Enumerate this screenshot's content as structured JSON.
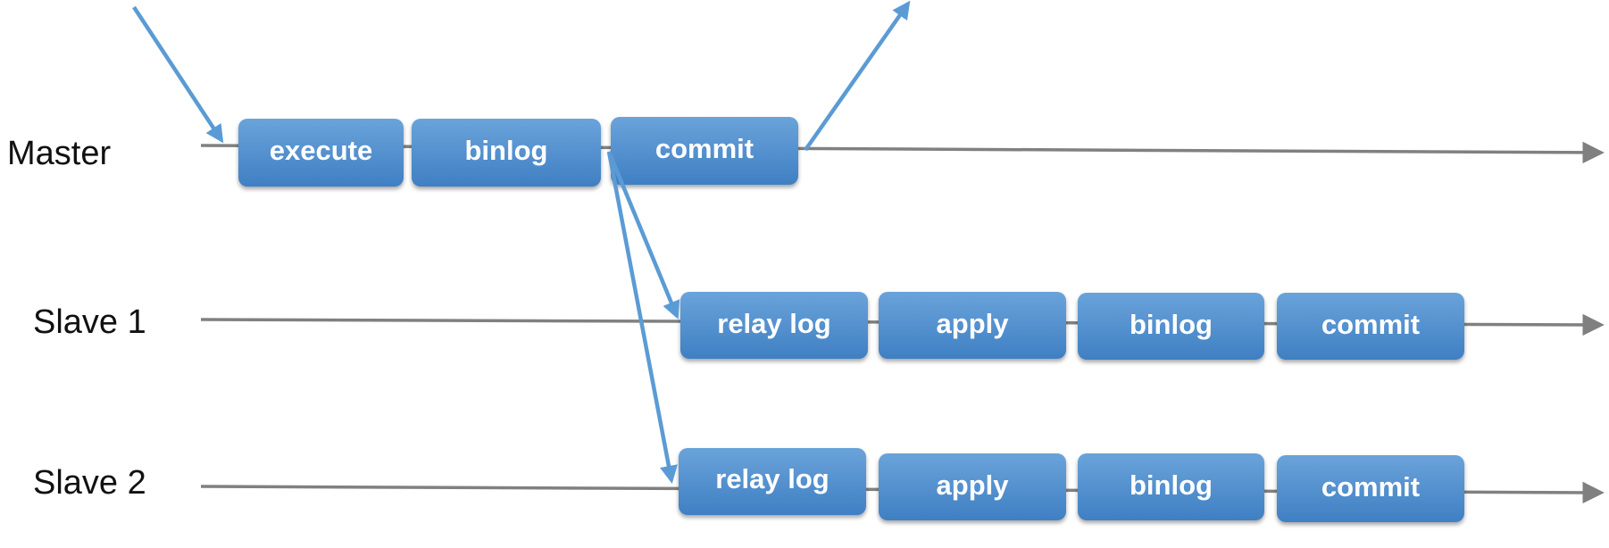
{
  "lanes": [
    {
      "label": "Master",
      "steps": [
        "execute",
        "binlog",
        "commit"
      ]
    },
    {
      "label": "Slave 1",
      "steps": [
        "relay log",
        "apply",
        "binlog",
        "commit"
      ]
    },
    {
      "label": "Slave 2",
      "steps": [
        "relay log",
        "apply",
        "binlog",
        "commit"
      ]
    }
  ],
  "colors": {
    "box_top": "#6AA3DA",
    "box_bottom": "#3F7FC3",
    "arrow": "#5B9BD5",
    "timeline": "#808080",
    "label": "#111111"
  }
}
